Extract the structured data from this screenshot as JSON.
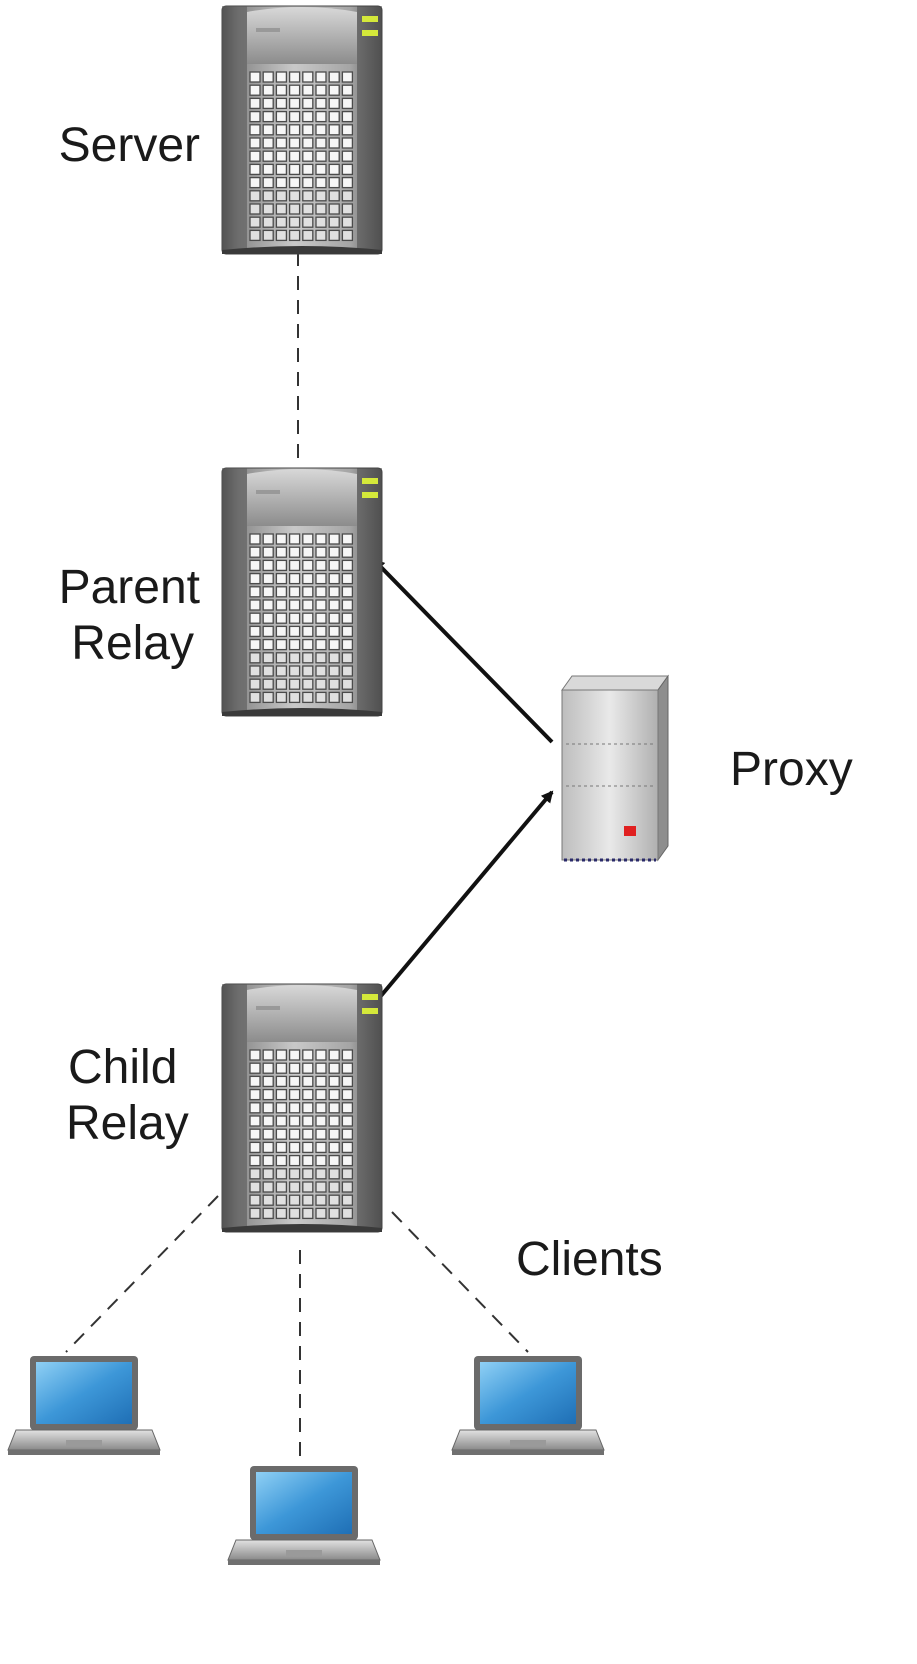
{
  "diagram": {
    "nodes": {
      "server": {
        "label": "Server",
        "icon": "server-tower-icon"
      },
      "parent_relay": {
        "label_line1": "Parent",
        "label_line2": "Relay",
        "icon": "server-tower-icon"
      },
      "proxy": {
        "label": "Proxy",
        "icon": "proxy-box-icon"
      },
      "child_relay": {
        "label_line1": "Child",
        "label_line2": "Relay",
        "icon": "server-tower-icon"
      },
      "clients": {
        "label": "Clients",
        "icon": "laptop-icon",
        "count": 3
      }
    },
    "edges": [
      {
        "from": "server",
        "to": "parent_relay",
        "style": "dashed"
      },
      {
        "from": "child_relay",
        "to": "proxy",
        "style": "arrow"
      },
      {
        "from": "proxy",
        "to": "parent_relay",
        "style": "arrow"
      },
      {
        "from": "child_relay",
        "to": "client-1",
        "style": "dashed"
      },
      {
        "from": "child_relay",
        "to": "client-2",
        "style": "dashed"
      },
      {
        "from": "child_relay",
        "to": "client-3",
        "style": "dashed"
      }
    ],
    "colors": {
      "tower_dark": "#5a5a5a",
      "tower_light": "#c8c8c8",
      "led": "#d4e83a",
      "screen_blue": "#3d97d8",
      "proxy_led": "#e02020",
      "arrow": "#111111"
    }
  }
}
